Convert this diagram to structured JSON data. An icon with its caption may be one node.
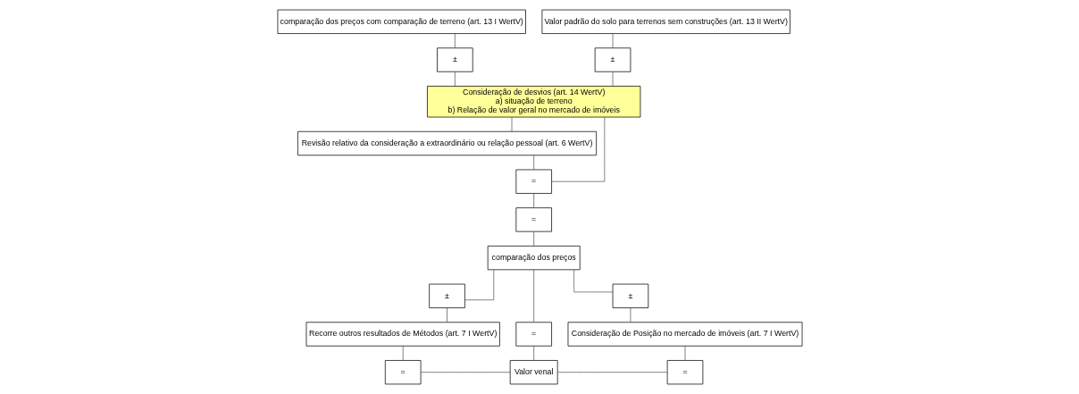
{
  "diagram": {
    "nodes": [
      {
        "text": [
          "comparação dos preços com comparação de terreno (art. 13 I WertV)"
        ]
      },
      {
        "text": [
          "Valor padrão do solo para terrenos sem construções (art. 13 II WertV)"
        ]
      },
      {
        "text": [
          "±"
        ]
      },
      {
        "text": [
          "±"
        ]
      },
      {
        "text": [
          "Consideração de desvios (art. 14 WertV)",
          "a) situação de terreno",
          "b) Relação de valor geral no mercado de imóveis"
        ]
      },
      {
        "text": [
          "Revisão relativo da consideração a extraordinário ou relação pessoal (art. 6 WertV)"
        ]
      },
      {
        "text": [
          "="
        ]
      },
      {
        "text": [
          "="
        ]
      },
      {
        "text": [
          "comparação dos preços"
        ]
      },
      {
        "text": [
          "±"
        ]
      },
      {
        "text": [
          "="
        ]
      },
      {
        "text": [
          "±"
        ]
      },
      {
        "text": [
          "Recorre outros resultados de Métodos (art. 7 I WertV)"
        ]
      },
      {
        "text": [
          "Consideração de Posição no mercado de imóveis (art. 7 I WertV)"
        ]
      },
      {
        "text": [
          "="
        ]
      },
      {
        "text": [
          "Valor venal"
        ]
      },
      {
        "text": [
          "="
        ]
      }
    ],
    "edges": [
      {
        "from": 0,
        "to": 2,
        "arrow": "none"
      },
      {
        "from": 1,
        "to": 3,
        "arrow": "none"
      },
      {
        "from": 2,
        "to": 4,
        "arrow": "none"
      },
      {
        "from": 3,
        "to": 4,
        "arrow": "none"
      },
      {
        "from": 4,
        "to": 5,
        "arrow": "none"
      },
      {
        "from": 4,
        "to": 6,
        "arrow": "none"
      },
      {
        "from": 5,
        "to": 6,
        "arrow": "none"
      },
      {
        "from": 6,
        "to": 7,
        "arrow": "none"
      },
      {
        "from": 7,
        "to": 8,
        "arrow": "none"
      },
      {
        "from": 8,
        "to": 9,
        "arrow": "none"
      },
      {
        "from": 8,
        "to": 10,
        "arrow": "none"
      },
      {
        "from": 8,
        "to": 11,
        "arrow": "none"
      },
      {
        "from": 9,
        "to": 12,
        "arrow": "none"
      },
      {
        "from": 11,
        "to": 13,
        "arrow": "none"
      },
      {
        "from": 12,
        "to": 14,
        "arrow": "none"
      },
      {
        "from": 10,
        "to": 15,
        "arrow": "none"
      },
      {
        "from": 13,
        "to": 16,
        "arrow": "none"
      },
      {
        "from": 14,
        "to": 15,
        "arrow": "none"
      },
      {
        "from": 15,
        "to": 16,
        "arrow": "none"
      }
    ]
  }
}
